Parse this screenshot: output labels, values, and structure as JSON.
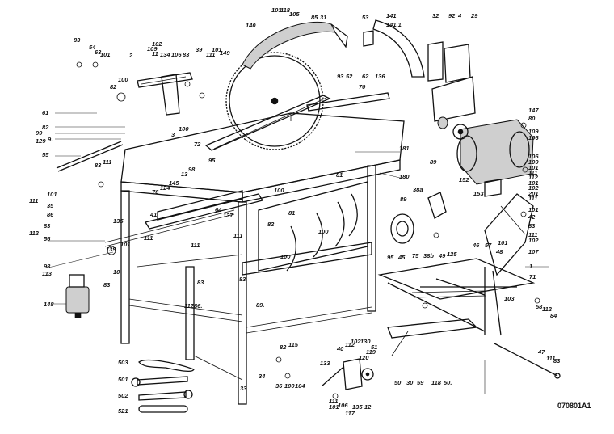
{
  "figure": {
    "reference_code": "070801A1"
  },
  "callouts": [
    {
      "id": "c0",
      "text": "103"
    },
    {
      "id": "c1",
      "text": "118"
    },
    {
      "id": "c2",
      "text": "105"
    },
    {
      "id": "c3",
      "text": "85"
    },
    {
      "id": "c4",
      "text": "31"
    },
    {
      "id": "c5",
      "text": "53"
    },
    {
      "id": "c6",
      "text": "141"
    },
    {
      "id": "c7",
      "text": "141.1"
    },
    {
      "id": "c8",
      "text": "32"
    },
    {
      "id": "c9",
      "text": "92"
    },
    {
      "id": "c10",
      "text": "4"
    },
    {
      "id": "c11",
      "text": "29"
    },
    {
      "id": "c12",
      "text": "140"
    },
    {
      "id": "c13",
      "text": "83"
    },
    {
      "id": "c14",
      "text": "54"
    },
    {
      "id": "c15",
      "text": "63"
    },
    {
      "id": "c16",
      "text": "101"
    },
    {
      "id": "c17",
      "text": "2"
    },
    {
      "id": "c18",
      "text": "102"
    },
    {
      "id": "c19",
      "text": "109"
    },
    {
      "id": "c20",
      "text": "11"
    },
    {
      "id": "c21",
      "text": "134"
    },
    {
      "id": "c22",
      "text": "106"
    },
    {
      "id": "c23",
      "text": "83"
    },
    {
      "id": "c24",
      "text": "39"
    },
    {
      "id": "c25",
      "text": "111"
    },
    {
      "id": "c26",
      "text": "101"
    },
    {
      "id": "c27",
      "text": "149"
    },
    {
      "id": "c28",
      "text": "62"
    },
    {
      "id": "c29",
      "text": "136"
    },
    {
      "id": "c30",
      "text": "93"
    },
    {
      "id": "c31",
      "text": "52"
    },
    {
      "id": "c32",
      "text": "70"
    },
    {
      "id": "c33",
      "text": "100"
    },
    {
      "id": "c34",
      "text": "82"
    },
    {
      "id": "c35",
      "text": "61"
    },
    {
      "id": "c36",
      "text": "82"
    },
    {
      "id": "c37",
      "text": "99"
    },
    {
      "id": "c38",
      "text": "129"
    },
    {
      "id": "c39",
      "text": "9."
    },
    {
      "id": "c40",
      "text": "100"
    },
    {
      "id": "c41",
      "text": "3"
    },
    {
      "id": "c42",
      "text": "147"
    },
    {
      "id": "c43",
      "text": "80."
    },
    {
      "id": "c44",
      "text": "109"
    },
    {
      "id": "c45",
      "text": "106"
    },
    {
      "id": "c46",
      "text": "181"
    },
    {
      "id": "c47",
      "text": "55"
    },
    {
      "id": "c48",
      "text": "106"
    },
    {
      "id": "c49",
      "text": "109"
    },
    {
      "id": "c50",
      "text": "101"
    },
    {
      "id": "c51",
      "text": "111"
    },
    {
      "id": "c52",
      "text": "112"
    },
    {
      "id": "c53",
      "text": "101"
    },
    {
      "id": "c54",
      "text": "102"
    },
    {
      "id": "c55",
      "text": "201"
    },
    {
      "id": "c56",
      "text": "111"
    },
    {
      "id": "c57",
      "text": "72"
    },
    {
      "id": "c58",
      "text": "95"
    },
    {
      "id": "c59",
      "text": "83"
    },
    {
      "id": "c60",
      "text": "111"
    },
    {
      "id": "c61",
      "text": "180"
    },
    {
      "id": "c62",
      "text": "89"
    },
    {
      "id": "c63",
      "text": "98"
    },
    {
      "id": "c64",
      "text": "13"
    },
    {
      "id": "c65",
      "text": "145"
    },
    {
      "id": "c66",
      "text": "100"
    },
    {
      "id": "c67",
      "text": "152"
    },
    {
      "id": "c68",
      "text": "153"
    },
    {
      "id": "c69",
      "text": "101"
    },
    {
      "id": "c70",
      "text": "76"
    },
    {
      "id": "c71",
      "text": "124"
    },
    {
      "id": "c72",
      "text": "38a"
    },
    {
      "id": "c73",
      "text": "111"
    },
    {
      "id": "c74",
      "text": "35"
    },
    {
      "id": "c75",
      "text": "86"
    },
    {
      "id": "c76",
      "text": "83"
    },
    {
      "id": "c77",
      "text": "112"
    },
    {
      "id": "c78",
      "text": "135"
    },
    {
      "id": "c79",
      "text": "41"
    },
    {
      "id": "c80",
      "text": "64"
    },
    {
      "id": "c81",
      "text": "137"
    },
    {
      "id": "c82",
      "text": "81"
    },
    {
      "id": "c83",
      "text": "89"
    },
    {
      "id": "c84",
      "text": "81"
    },
    {
      "id": "c85",
      "text": "82"
    },
    {
      "id": "c86",
      "text": "100"
    },
    {
      "id": "c87",
      "text": "101"
    },
    {
      "id": "c88",
      "text": "42"
    },
    {
      "id": "c89",
      "text": "83"
    },
    {
      "id": "c90",
      "text": "56"
    },
    {
      "id": "c91",
      "text": "111"
    },
    {
      "id": "c92",
      "text": "111"
    },
    {
      "id": "c93",
      "text": "111"
    },
    {
      "id": "c94",
      "text": "46"
    },
    {
      "id": "c95",
      "text": "57"
    },
    {
      "id": "c96",
      "text": "101"
    },
    {
      "id": "c97",
      "text": "111"
    },
    {
      "id": "c98",
      "text": "102"
    },
    {
      "id": "c99",
      "text": "107"
    },
    {
      "id": "c100",
      "text": "139"
    },
    {
      "id": "c101",
      "text": "101"
    },
    {
      "id": "c102",
      "text": "10"
    },
    {
      "id": "c103",
      "text": "95"
    },
    {
      "id": "c104",
      "text": "45"
    },
    {
      "id": "c105",
      "text": "75"
    },
    {
      "id": "c106",
      "text": "38b"
    },
    {
      "id": "c107",
      "text": "49"
    },
    {
      "id": "c108",
      "text": "125"
    },
    {
      "id": "c109",
      "text": "48"
    },
    {
      "id": "c110",
      "text": "1"
    },
    {
      "id": "c111",
      "text": "71"
    },
    {
      "id": "c112",
      "text": "98"
    },
    {
      "id": "c113",
      "text": "113"
    },
    {
      "id": "c114",
      "text": "100"
    },
    {
      "id": "c115",
      "text": "83"
    },
    {
      "id": "c116",
      "text": "83"
    },
    {
      "id": "c117",
      "text": "148"
    },
    {
      "id": "c118",
      "text": "83"
    },
    {
      "id": "c119",
      "text": "112"
    },
    {
      "id": "c120",
      "text": "86."
    },
    {
      "id": "c121",
      "text": "89."
    },
    {
      "id": "c122",
      "text": "103"
    },
    {
      "id": "c123",
      "text": "58"
    },
    {
      "id": "c124",
      "text": "112"
    },
    {
      "id": "c125",
      "text": "84"
    },
    {
      "id": "c126",
      "text": "82"
    },
    {
      "id": "c127",
      "text": "115"
    },
    {
      "id": "c128",
      "text": "40"
    },
    {
      "id": "c129",
      "text": "112"
    },
    {
      "id": "c130",
      "text": "102"
    },
    {
      "id": "c131",
      "text": "130"
    },
    {
      "id": "c132",
      "text": "51"
    },
    {
      "id": "c133",
      "text": "119"
    },
    {
      "id": "c134",
      "text": "120"
    },
    {
      "id": "c135",
      "text": "503"
    },
    {
      "id": "c136",
      "text": "133"
    },
    {
      "id": "c137",
      "text": "47"
    },
    {
      "id": "c138",
      "text": "111"
    },
    {
      "id": "c139",
      "text": "83"
    },
    {
      "id": "c140",
      "text": "501"
    },
    {
      "id": "c141",
      "text": "34"
    },
    {
      "id": "c142",
      "text": "50"
    },
    {
      "id": "c143",
      "text": "30"
    },
    {
      "id": "c144",
      "text": "59"
    },
    {
      "id": "c145",
      "text": "118"
    },
    {
      "id": "c146",
      "text": "50."
    },
    {
      "id": "c147",
      "text": "502"
    },
    {
      "id": "c148",
      "text": "33"
    },
    {
      "id": "c149",
      "text": "36"
    },
    {
      "id": "c150",
      "text": "100"
    },
    {
      "id": "c151",
      "text": "104"
    },
    {
      "id": "c152",
      "text": "111"
    },
    {
      "id": "c153",
      "text": "101"
    },
    {
      "id": "c154",
      "text": "106"
    },
    {
      "id": "c155",
      "text": "135"
    },
    {
      "id": "c156",
      "text": "12"
    },
    {
      "id": "c157",
      "text": "117"
    },
    {
      "id": "c158",
      "text": "521"
    }
  ]
}
